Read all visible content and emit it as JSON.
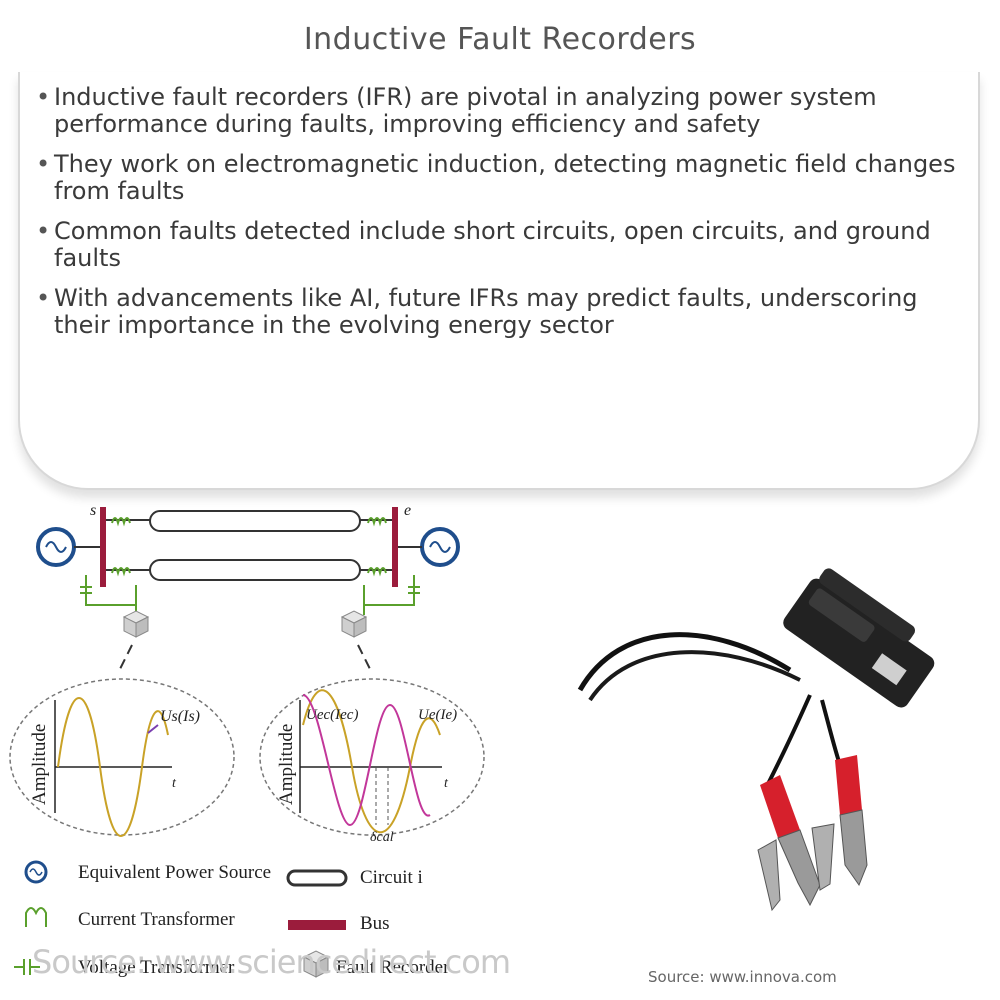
{
  "title": "Inductive Fault Recorders",
  "bullets": [
    "Inductive fault recorders (IFR) are pivotal in analyzing power system performance during faults, improving efficiency and safety",
    "They work on electromagnetic induction, detecting magnetic field changes from faults",
    "Common faults detected include short circuits, open circuits, and ground faults",
    "With advancements like AI, future IFRs may predict faults, underscoring their importance in the evolving energy sector"
  ],
  "diagram": {
    "bus_labels": {
      "start": "s",
      "end": "e"
    },
    "waveform_left": {
      "y_label": "Amplitude",
      "axis_label": "t",
      "signal_label": "Us(Is)"
    },
    "waveform_right": {
      "y_label": "Amplitude",
      "axis_label": "t",
      "signal_a": "Uec(Iec)",
      "signal_b": "Ue(Ie)",
      "delta_label": "δcal"
    },
    "legend": {
      "power_source": "Equivalent Power Source",
      "current_transformer": "Current Transformer",
      "voltage_transformer": "Voltage Transformer",
      "circuit": "Circuit i",
      "bus": "Bus",
      "fault_recorder": "Fault Recorder"
    },
    "watermark": "Source: www.sciencedirect.com"
  },
  "photo_source": "Source: www.innova.com",
  "colors": {
    "bus": "#9b1c3c",
    "transformer": "#5aa02c",
    "source_ring": "#1f4e8c",
    "wave_a": "#c9a227",
    "wave_b": "#c2379a",
    "clip_red": "#d6202c"
  }
}
